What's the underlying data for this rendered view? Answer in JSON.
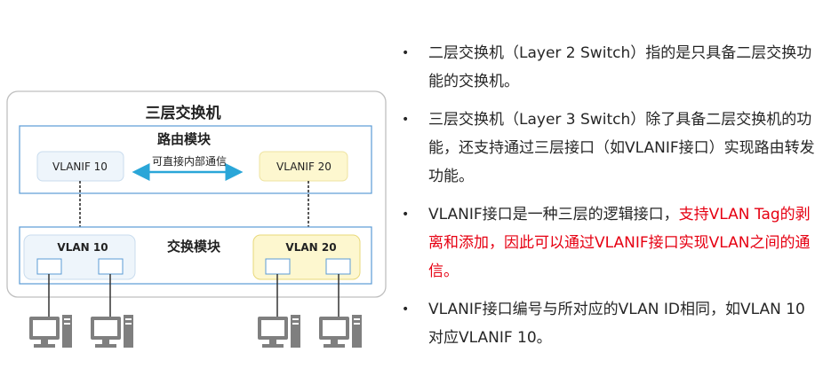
{
  "diagram": {
    "switch_title": "三层交换机",
    "routing_module": {
      "title": "路由模块",
      "vlanif_left": "VLANIF 10",
      "vlanif_right": "VLANIF 20",
      "arrow_label": "可直接内部通信"
    },
    "switching_module": {
      "title": "交换模块",
      "vlan_left": "VLAN 10",
      "vlan_right": "VLAN 20"
    },
    "colors": {
      "outer_border": "#bfbfbf",
      "module_border": "#5b9bd5",
      "vlan10_fill": "#eef5fb",
      "vlan20_fill": "#fdf7cf",
      "vlan20_border": "#e8d87a",
      "arrow": "#2aa6d8",
      "pc": "#7f7f7f"
    },
    "icons": [
      "pc-icon",
      "pc-icon",
      "pc-icon",
      "pc-icon"
    ]
  },
  "bullets": [
    {
      "text": "二层交换机（Layer 2 Switch）指的是只具备二层交换功能的交换机。"
    },
    {
      "text": "三层交换机（Layer 3 Switch）除了具备二层交换机的功能，还支持通过三层接口（如VLANIF接口）实现路由转发功能。"
    },
    {
      "text": "VLANIF接口是一种三层的逻辑接口，",
      "highlight": "支持VLAN Tag的剥离和添加，因此可以通过VLANIF接口实现VLAN之间的通信。"
    },
    {
      "text": "VLANIF接口编号与所对应的VLAN ID相同，如VLAN 10对应VLANIF 10。"
    }
  ]
}
